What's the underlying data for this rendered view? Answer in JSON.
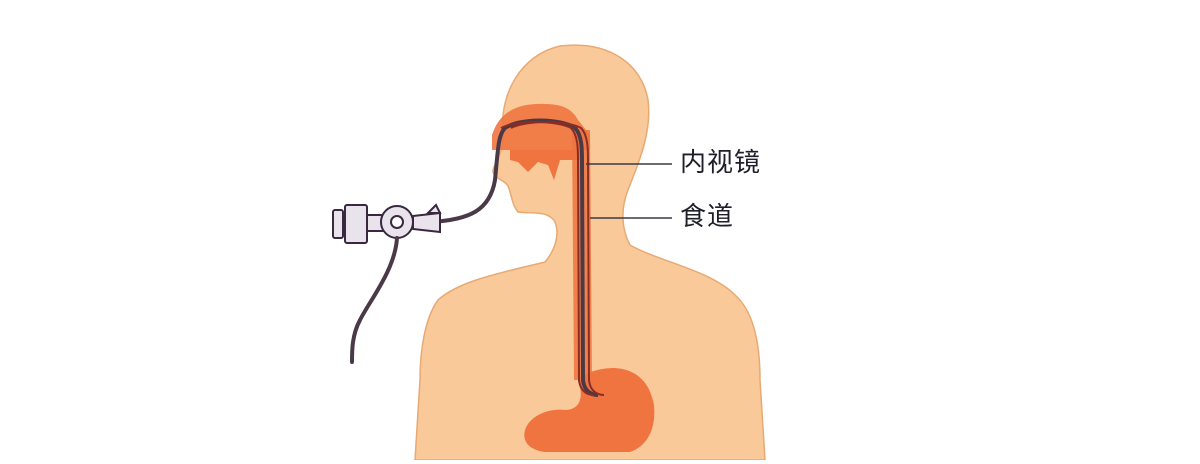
{
  "diagram": {
    "subject": "Endoscope inserted through the nose into the esophagus and stomach",
    "labels": [
      {
        "id": "endoscope",
        "text": "内视镜"
      },
      {
        "id": "esophagus",
        "text": "食道"
      }
    ],
    "colors": {
      "background": "#ffffff",
      "skin": "#f9c999",
      "skin_outline": "#e8aa72",
      "organ": "#ef7440",
      "organ_dark": "#d9582a",
      "tube": "#8a2d22",
      "device_fill": "#e9e4ec",
      "device_outline": "#3a2840",
      "leader_line": "#3a3a44"
    }
  }
}
